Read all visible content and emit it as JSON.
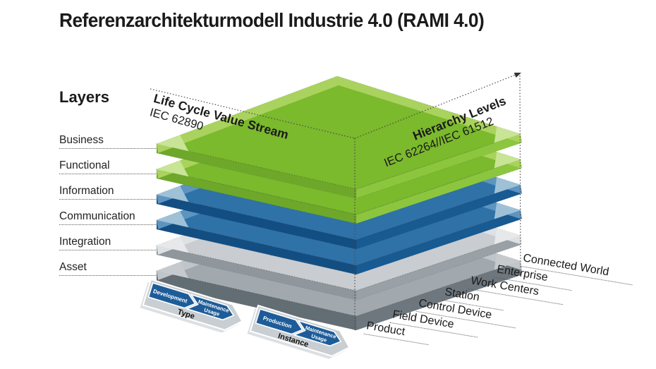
{
  "title": "Referenzarchitekturmodell Industrie 4.0 (RAMI 4.0)",
  "layers_panel": {
    "heading": "Layers"
  },
  "layers": [
    {
      "name": "Business",
      "family": "green"
    },
    {
      "name": "Functional",
      "family": "green"
    },
    {
      "name": "Information",
      "family": "blue"
    },
    {
      "name": "Communication",
      "family": "blue"
    },
    {
      "name": "Integration",
      "family": "gray_light"
    },
    {
      "name": "Asset",
      "family": "gray_dark"
    }
  ],
  "axes": {
    "life_cycle_value_stream": {
      "title": "Life Cycle Value Stream",
      "standard": "IEC 62890"
    },
    "hierarchy_levels": {
      "title": "Hierarchy Levels",
      "standard": "IEC 62264//IEC 61512"
    }
  },
  "hierarchy_levels": [
    "Product",
    "Field Device",
    "Control Device",
    "Station",
    "Work Centers",
    "Enterprise",
    "Connected World"
  ],
  "life_cycle_arrows": [
    {
      "label": "Type",
      "segments": [
        "Development",
        "Maintenance Usage"
      ]
    },
    {
      "label": "Instance",
      "segments": [
        "Production",
        "Maintenance Usage"
      ]
    }
  ],
  "colors": {
    "text": "#1A1A1A",
    "dotted_line": "#4A4A4A",
    "arrow_body": "#C9CED2",
    "arrow_body_shadow": "#DDE0E3",
    "arrow_segment": "#1D5C99",
    "families": {
      "green": {
        "top": "#7BB92D",
        "rim": "#A9D25E",
        "front_left": "#6EA82A",
        "front_right": "#8CC63E",
        "tip": "#C8E495"
      },
      "blue": {
        "top": "#2E72A8",
        "rim": "#5D94C0",
        "front_left": "#134E82",
        "front_right": "#185A92",
        "tip": "#9EC1D8"
      },
      "gray_light": {
        "top": "#C9CDD1",
        "rim": "#DEE1E4",
        "front_left": "#8F979D",
        "front_right": "#99A1A6",
        "tip": "#E6E8EA"
      },
      "gray_dark": {
        "top": "#A2A9AE",
        "rim": "#C0C5C9",
        "front_left": "#636D74",
        "front_right": "#6E777E",
        "tip": "#C6CACD"
      }
    }
  }
}
